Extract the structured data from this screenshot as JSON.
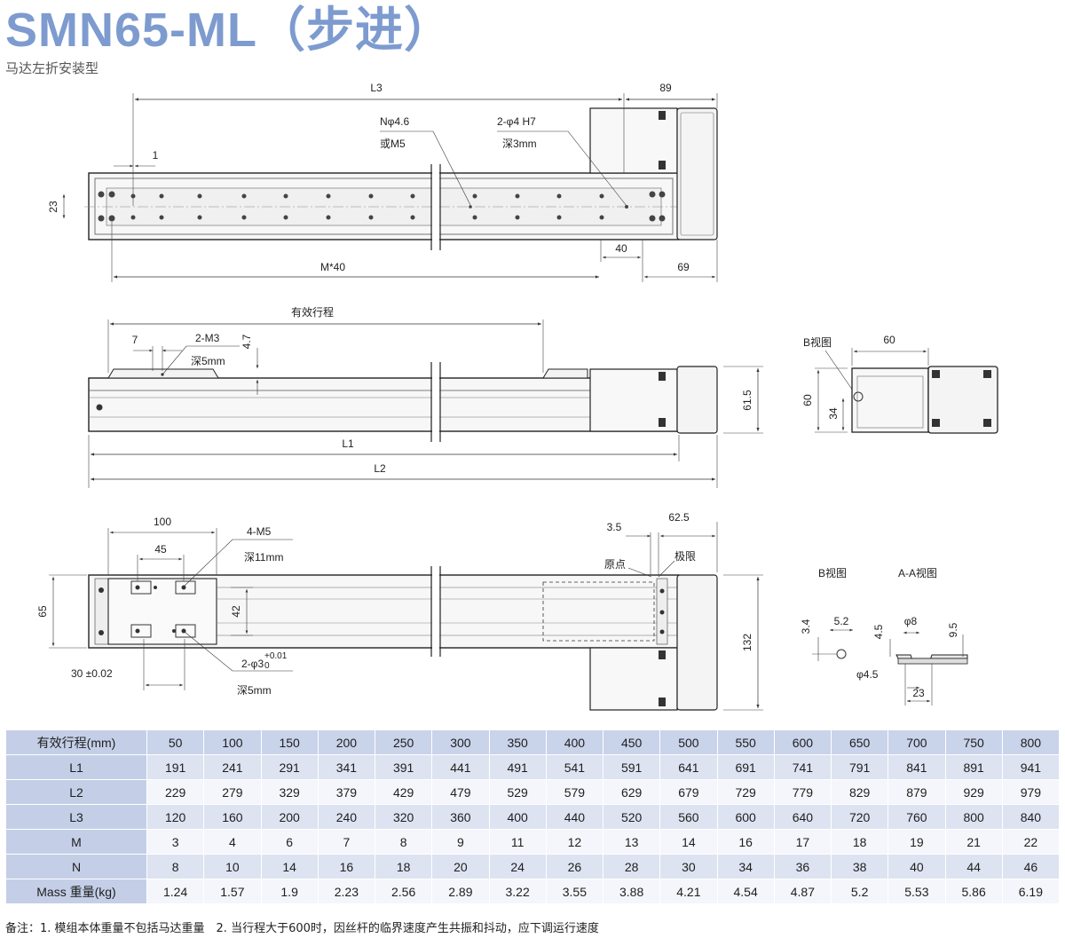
{
  "header": {
    "title": "SMN65-ML（步进）",
    "subtitle": "马达左折安装型"
  },
  "top_view": {
    "L3": "L3",
    "dim_89": "89",
    "dim_1": "1",
    "dim_23": "23",
    "hole_n_line1": "Nφ4.6",
    "hole_n_line2": "或M5",
    "pin_line1": "2-φ4 H7",
    "pin_line2": "深3mm",
    "dim_40": "40",
    "dim_69": "69",
    "M40": "M*40"
  },
  "side_view": {
    "stroke": "有效行程",
    "dim_7": "7",
    "m3_line1": "2-M3",
    "m3_line2": "深5mm",
    "dim_4_7": "4.7",
    "dim_61_5": "61.5",
    "L1": "L1",
    "L2": "L2"
  },
  "end_view": {
    "label": "B视图",
    "dim_60_top": "60",
    "dim_60_side": "60",
    "dim_34": "34"
  },
  "bottom_view": {
    "dim_100": "100",
    "dim_45": "45",
    "m5_line1": "4-M5",
    "m5_line2": "深11mm",
    "dim_65": "65",
    "dim_42": "42",
    "dim_30": "30 ±0.02",
    "phi3_line1": "2-φ3",
    "phi3_tol": "+0.01",
    "phi3_sub": "0",
    "phi3_line2": "深5mm",
    "dim_3_5": "3.5",
    "dim_62_5": "62.5",
    "origin": "原点",
    "limit": "极限",
    "dim_132": "132"
  },
  "detail_views": {
    "b_label": "B视图",
    "aa_label": "A-A视图",
    "dim_3_4": "3.4",
    "dim_5_2": "5.2",
    "dim_4_5": "4.5",
    "dim_phi8": "φ8",
    "dim_9_5": "9.5",
    "dim_phi4_5": "φ4.5",
    "dim_23": "23"
  },
  "table": {
    "header_label": "有效行程(mm)",
    "columns": [
      "50",
      "100",
      "150",
      "200",
      "250",
      "300",
      "350",
      "400",
      "450",
      "500",
      "550",
      "600",
      "650",
      "700",
      "750",
      "800"
    ],
    "rows": [
      {
        "label": "L1",
        "values": [
          "191",
          "241",
          "291",
          "341",
          "391",
          "441",
          "491",
          "541",
          "591",
          "641",
          "691",
          "741",
          "791",
          "841",
          "891",
          "941"
        ]
      },
      {
        "label": "L2",
        "values": [
          "229",
          "279",
          "329",
          "379",
          "429",
          "479",
          "529",
          "579",
          "629",
          "679",
          "729",
          "779",
          "829",
          "879",
          "929",
          "979"
        ]
      },
      {
        "label": "L3",
        "values": [
          "120",
          "160",
          "200",
          "240",
          "320",
          "360",
          "400",
          "440",
          "520",
          "560",
          "600",
          "640",
          "720",
          "760",
          "800",
          "840"
        ]
      },
      {
        "label": "M",
        "values": [
          "3",
          "4",
          "6",
          "7",
          "8",
          "9",
          "11",
          "12",
          "13",
          "14",
          "16",
          "17",
          "18",
          "19",
          "21",
          "22"
        ]
      },
      {
        "label": "N",
        "values": [
          "8",
          "10",
          "14",
          "16",
          "18",
          "20",
          "24",
          "26",
          "28",
          "30",
          "34",
          "36",
          "38",
          "40",
          "44",
          "46"
        ]
      },
      {
        "label": "Mass 重量(kg)",
        "values": [
          "1.24",
          "1.57",
          "1.9",
          "2.23",
          "2.56",
          "2.89",
          "3.22",
          "3.55",
          "3.88",
          "4.21",
          "4.54",
          "4.87",
          "5.2",
          "5.53",
          "5.86",
          "6.19"
        ]
      }
    ]
  },
  "footnote": "备注：1. 模组本体重量不包括马达重量　2. 当行程大于600时，因丝杆的临界速度产生共振和抖动，应下调运行速度"
}
